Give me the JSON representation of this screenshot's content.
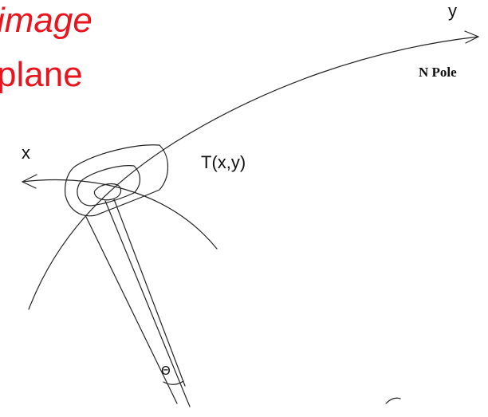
{
  "title": {
    "line1": "image",
    "line2": "plane"
  },
  "labels": {
    "y_axis": "y",
    "north_pole": "N Pole",
    "x_axis": "x",
    "point": "T(x,y)",
    "angle": "Θ"
  },
  "colors": {
    "title": "#e8141e",
    "line": "#222222"
  }
}
